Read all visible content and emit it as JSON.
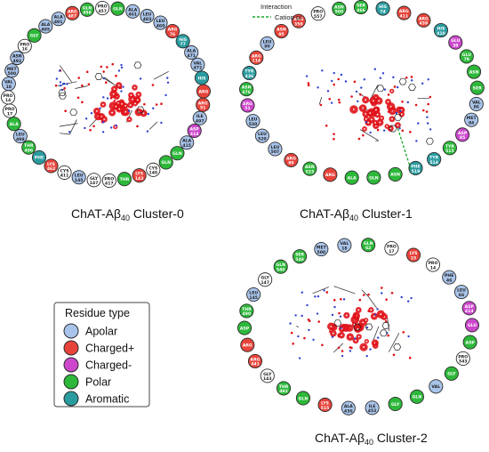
{
  "colors": {
    "Apolar": "#a9c4ea",
    "Charged+": "#e8433a",
    "Charged-": "#cc47cc",
    "Polar": "#2db83a",
    "Aromatic": "#2a9ca0",
    "none": "#ffffff",
    "ligand_red": "#e01218",
    "ligand_blue": "#2f3fd0",
    "interaction": "#1aa62a"
  },
  "legend": {
    "title": "Residue type",
    "items": [
      "Apolar",
      "Charged+",
      "Charged-",
      "Polar",
      "Aromatic"
    ]
  },
  "interaction_key": {
    "title": "Interaction",
    "items": [
      "Cation-pi"
    ]
  },
  "clusters": [
    {
      "name": "cluster-0",
      "caption_main": "ChAT-Aβ",
      "caption_sub": "40",
      "caption_tail": " Cluster-0",
      "residues": [
        {
          "l1": "VAL",
          "l2": "472",
          "t": "Apolar"
        },
        {
          "l1": "ALA",
          "l2": "471",
          "t": "Apolar"
        },
        {
          "l1": "HIS",
          "l2": "77",
          "t": "Aromatic"
        },
        {
          "l1": "ARG",
          "l2": "76",
          "t": "Charged+"
        },
        {
          "l1": "LEU",
          "l2": "460",
          "t": "Apolar"
        },
        {
          "l1": "LEU",
          "l2": "483",
          "t": "Apolar"
        },
        {
          "l1": "ALA",
          "l2": "461",
          "t": "Apolar"
        },
        {
          "l1": "GLN",
          "l2": "",
          "t": "Polar"
        },
        {
          "l1": "PRO",
          "l2": "457",
          "t": "none"
        },
        {
          "l1": "GLN",
          "l2": "458",
          "t": "Polar"
        },
        {
          "l1": "ARG",
          "l2": "487",
          "t": "Charged+"
        },
        {
          "l1": "ALA",
          "l2": "491",
          "t": "Apolar"
        },
        {
          "l1": "ALA",
          "l2": "495",
          "t": "Apolar"
        },
        {
          "l1": "GLY",
          "l2": "",
          "t": "Polar"
        },
        {
          "l1": "PRO",
          "l2": "16",
          "t": "none"
        },
        {
          "l1": "ASN",
          "l2": "492",
          "t": "Apolar"
        },
        {
          "l1": "MET",
          "l2": "500",
          "t": "Apolar"
        },
        {
          "l1": "VAL",
          "l2": "18",
          "t": "Apolar"
        },
        {
          "l1": "PRO",
          "l2": "14",
          "t": "none"
        },
        {
          "l1": "PRO",
          "l2": "17",
          "t": "none"
        },
        {
          "l1": "ALA",
          "l2": "",
          "t": "Polar"
        },
        {
          "l1": "LEU",
          "l2": "498",
          "t": "Apolar"
        },
        {
          "l1": "THR",
          "l2": "496",
          "t": "Polar"
        },
        {
          "l1": "PHE",
          "l2": "",
          "t": "Aromatic"
        },
        {
          "l1": "LYS",
          "l2": "462",
          "t": "Charged+"
        },
        {
          "l1": "CYS",
          "l2": "411",
          "t": "none"
        },
        {
          "l1": "LEU",
          "l2": "145",
          "t": "Apolar"
        },
        {
          "l1": "GLY",
          "l2": "147",
          "t": "none"
        },
        {
          "l1": "PRO",
          "l2": "417",
          "t": "none"
        },
        {
          "l1": "THR",
          "l2": "",
          "t": "Polar"
        },
        {
          "l1": "LYS",
          "l2": "143",
          "t": "Charged+"
        },
        {
          "l1": "CYS",
          "l2": "140",
          "t": "none"
        },
        {
          "l1": "GLN",
          "l2": "",
          "t": "Polar"
        },
        {
          "l1": "GLN",
          "l2": "",
          "t": "Polar"
        },
        {
          "l1": "ALA",
          "l2": "415",
          "t": "Apolar"
        },
        {
          "l1": "ASP",
          "l2": "414",
          "t": "Charged-"
        },
        {
          "l1": "ILE",
          "l2": "497",
          "t": "Apolar"
        },
        {
          "l1": "ARG",
          "l2": "51",
          "t": "Charged+"
        },
        {
          "l1": "ARG",
          "l2": "",
          "t": "Charged+"
        },
        {
          "l1": "HIS",
          "l2": "",
          "t": "Aromatic"
        }
      ]
    },
    {
      "name": "cluster-1",
      "caption_main": "ChAT-Aβ",
      "caption_sub": "40",
      "caption_tail": " Cluster-1",
      "residues": [
        {
          "l1": "GLU",
          "l2": "79",
          "t": "Polar"
        },
        {
          "l1": "GLU",
          "l2": "38",
          "t": "Charged-"
        },
        {
          "l1": "HIS",
          "l2": "410",
          "t": "Aromatic"
        },
        {
          "l1": "ARG",
          "l2": "439",
          "t": "Charged+"
        },
        {
          "l1": "ARG",
          "l2": "411",
          "t": "Charged+"
        },
        {
          "l1": "HIS",
          "l2": "74",
          "t": "Aromatic"
        },
        {
          "l1": "SER",
          "l2": "466",
          "t": "Polar"
        },
        {
          "l1": "ASN",
          "l2": "500",
          "t": "Polar"
        },
        {
          "l1": "PRO",
          "l2": "557",
          "t": "none"
        },
        {
          "l1": "ARG",
          "l2": "358",
          "t": "Charged+"
        },
        {
          "l1": "ASN",
          "l2": "95",
          "t": "Charged+"
        },
        {
          "l1": "LEU",
          "l2": "90",
          "t": "Apolar"
        },
        {
          "l1": "ARG",
          "l2": "114",
          "t": "Charged+"
        },
        {
          "l1": "TYR",
          "l2": "436",
          "t": "Aromatic"
        },
        {
          "l1": "ASN",
          "l2": "476",
          "t": "Polar"
        },
        {
          "l1": "ARG",
          "l2": "51",
          "t": "Charged-"
        },
        {
          "l1": "LEU",
          "l2": "530",
          "t": "Apolar"
        },
        {
          "l1": "LEU",
          "l2": "520",
          "t": "Apolar"
        },
        {
          "l1": "LEU",
          "l2": "507",
          "t": "Apolar"
        },
        {
          "l1": "ARG",
          "l2": "89",
          "t": "Charged+"
        },
        {
          "l1": "ASN",
          "l2": "523",
          "t": "Polar"
        },
        {
          "l1": "ARG",
          "l2": "",
          "t": "Charged+"
        },
        {
          "l1": "ALA",
          "l2": "",
          "t": "Polar"
        },
        {
          "l1": "GLN",
          "l2": "",
          "t": "Polar"
        },
        {
          "l1": "ASN",
          "l2": "",
          "t": "Polar"
        },
        {
          "l1": "PHE",
          "l2": "519",
          "t": "Aromatic"
        },
        {
          "l1": "TYR",
          "l2": "514",
          "t": "Aromatic"
        },
        {
          "l1": "TYR",
          "l2": "515",
          "t": "Polar"
        },
        {
          "l1": "ASP",
          "l2": "85",
          "t": "Charged-"
        },
        {
          "l1": "MET",
          "l2": "84",
          "t": "Apolar"
        },
        {
          "l1": "VAL",
          "l2": "86",
          "t": "Apolar"
        },
        {
          "l1": "SER",
          "l2": "",
          "t": "Polar"
        },
        {
          "l1": "ASN",
          "l2": "",
          "t": "Polar"
        }
      ]
    },
    {
      "name": "cluster-2",
      "caption_main": "ChAT-Aβ",
      "caption_sub": "40",
      "caption_tail": " Cluster-2",
      "residues": [
        {
          "l1": "LEU",
          "l2": "66",
          "t": "Apolar"
        },
        {
          "l1": "PHE",
          "l2": "46",
          "t": "Apolar"
        },
        {
          "l1": "PRO",
          "l2": "14",
          "t": "none"
        },
        {
          "l1": "LYS",
          "l2": "15",
          "t": "Charged+"
        },
        {
          "l1": "PRO",
          "l2": "17",
          "t": "none"
        },
        {
          "l1": "GLN",
          "l2": "62",
          "t": "Polar"
        },
        {
          "l1": "VAL",
          "l2": "18",
          "t": "Apolar"
        },
        {
          "l1": "MET",
          "l2": "500",
          "t": "Apolar"
        },
        {
          "l1": "SER",
          "l2": "548",
          "t": "Polar"
        },
        {
          "l1": "GLN",
          "l2": "540",
          "t": "Polar"
        },
        {
          "l1": "GLY",
          "l2": "147",
          "t": "none"
        },
        {
          "l1": "LEU",
          "l2": "145",
          "t": "Apolar"
        },
        {
          "l1": "THR",
          "l2": "490",
          "t": "Polar"
        },
        {
          "l1": "ASP",
          "l2": "",
          "t": "Polar"
        },
        {
          "l1": "ARG",
          "l2": "",
          "t": "Charged+"
        },
        {
          "l1": "ARG",
          "l2": "441",
          "t": "Charged+"
        },
        {
          "l1": "GLY",
          "l2": "143",
          "t": "none"
        },
        {
          "l1": "THR",
          "l2": "492",
          "t": "Polar"
        },
        {
          "l1": "GLN",
          "l2": "",
          "t": "Polar"
        },
        {
          "l1": "LYS",
          "l2": "515",
          "t": "Charged+"
        },
        {
          "l1": "ALA",
          "l2": "436",
          "t": "Apolar"
        },
        {
          "l1": "ILE",
          "l2": "452",
          "t": "Apolar"
        },
        {
          "l1": "GLY",
          "l2": "",
          "t": "Polar"
        },
        {
          "l1": "GLN",
          "l2": "",
          "t": "Polar"
        },
        {
          "l1": "VAL",
          "l2": "",
          "t": "Apolar"
        },
        {
          "l1": "GLY",
          "l2": "",
          "t": "Polar"
        },
        {
          "l1": "PRO",
          "l2": "543",
          "t": "none"
        },
        {
          "l1": "ASP",
          "l2": "",
          "t": "Polar"
        },
        {
          "l1": "GLU",
          "l2": "",
          "t": "Charged-"
        },
        {
          "l1": "ASP",
          "l2": "414",
          "t": "Charged-"
        }
      ]
    }
  ]
}
